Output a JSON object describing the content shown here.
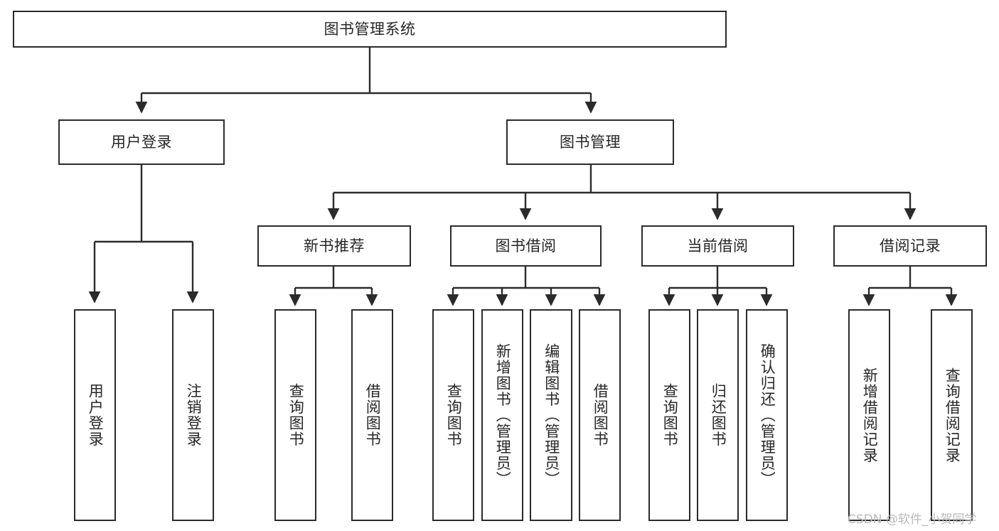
{
  "diagram": {
    "title": "图书管理系统",
    "watermark": "CSDN @软件_小贺同学",
    "line_color": "#2b2b2b",
    "box_fill": "#ffffff",
    "text_color": "#262626",
    "watermark_color": "#b9b9b9",
    "nodes": {
      "root": "图书管理系统",
      "level2": {
        "user_login": "用户登录",
        "book_manage": "图书管理"
      },
      "level3": {
        "new_book_recommend": "新书推荐",
        "book_borrow": "图书借阅",
        "current_borrow": "当前借阅",
        "borrow_record": "借阅记录"
      },
      "leaves": {
        "user_login_1": "用户登录",
        "user_login_2": "注销登录",
        "recommend_1": "查询图书",
        "recommend_2": "借阅图书",
        "borrow_1": "查询图书",
        "borrow_2": "新增图书（管理员）",
        "borrow_3": "编辑图书（管理员）",
        "borrow_4": "借阅图书",
        "current_1": "查询图书",
        "current_2": "归还图书",
        "current_3": "确认归还（管理员）",
        "record_1": "新增借阅记录",
        "record_2": "查询借阅记录"
      }
    }
  }
}
